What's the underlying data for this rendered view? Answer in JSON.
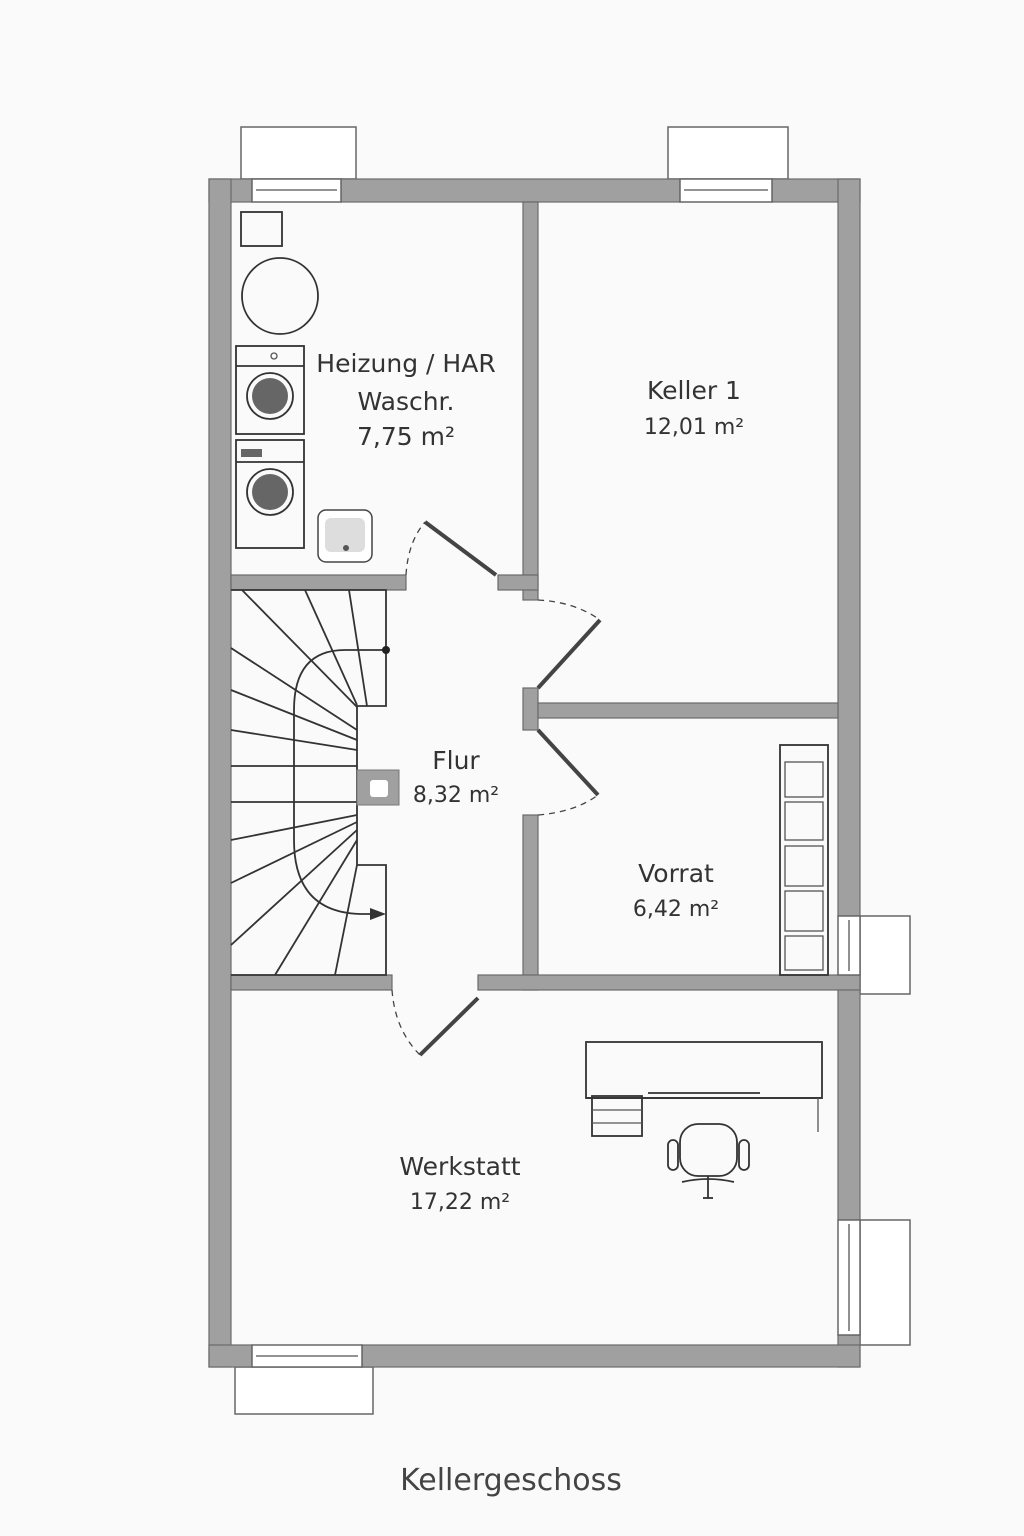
{
  "plan": {
    "title": "Kellergeschoss",
    "rooms": [
      {
        "name_line1": "Heizung / HAR",
        "name_line2": "Waschr.",
        "area": "7,75 m²"
      },
      {
        "name": "Keller 1",
        "area": "12,01 m²"
      },
      {
        "name": "Flur",
        "area": "8,32 m²"
      },
      {
        "name": "Vorrat",
        "area": "6,42 m²"
      },
      {
        "name": "Werkstatt",
        "area": "17,22 m²"
      }
    ]
  },
  "colors": {
    "wall": "#a0a0a0",
    "line": "#333333",
    "background": "#fafafa"
  }
}
